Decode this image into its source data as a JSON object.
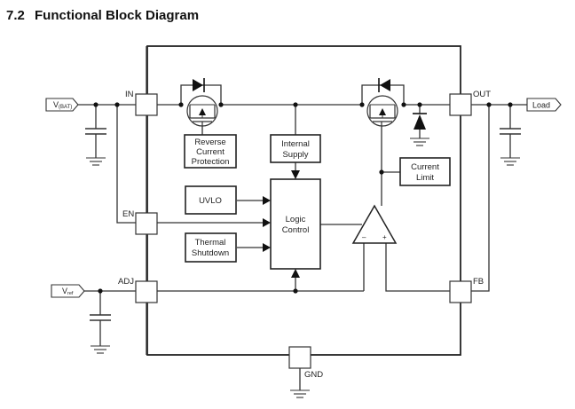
{
  "section": {
    "number": "7.2",
    "title": "Functional Block Diagram"
  },
  "diagram": {
    "pins": {
      "in": "IN",
      "en": "EN",
      "adj": "ADJ",
      "out": "OUT",
      "fb": "FB",
      "gnd": "GND"
    },
    "external": {
      "vbat_main": "V",
      "vbat_sub": "(BAT)",
      "vref_main": "V",
      "vref_sub": "ref",
      "load": "Load"
    },
    "blocks": {
      "reverse_current_protection": [
        "Reverse",
        "Current",
        "Protection"
      ],
      "internal_supply": [
        "Internal",
        "Supply"
      ],
      "uvlo": [
        "UVLO"
      ],
      "thermal_shutdown": [
        "Thermal",
        "Shutdown"
      ],
      "logic_control": [
        "Logic",
        "Control"
      ],
      "current_limit": [
        "Current",
        "Limit"
      ]
    },
    "opamp": {
      "minus": "–",
      "plus": "+"
    }
  }
}
